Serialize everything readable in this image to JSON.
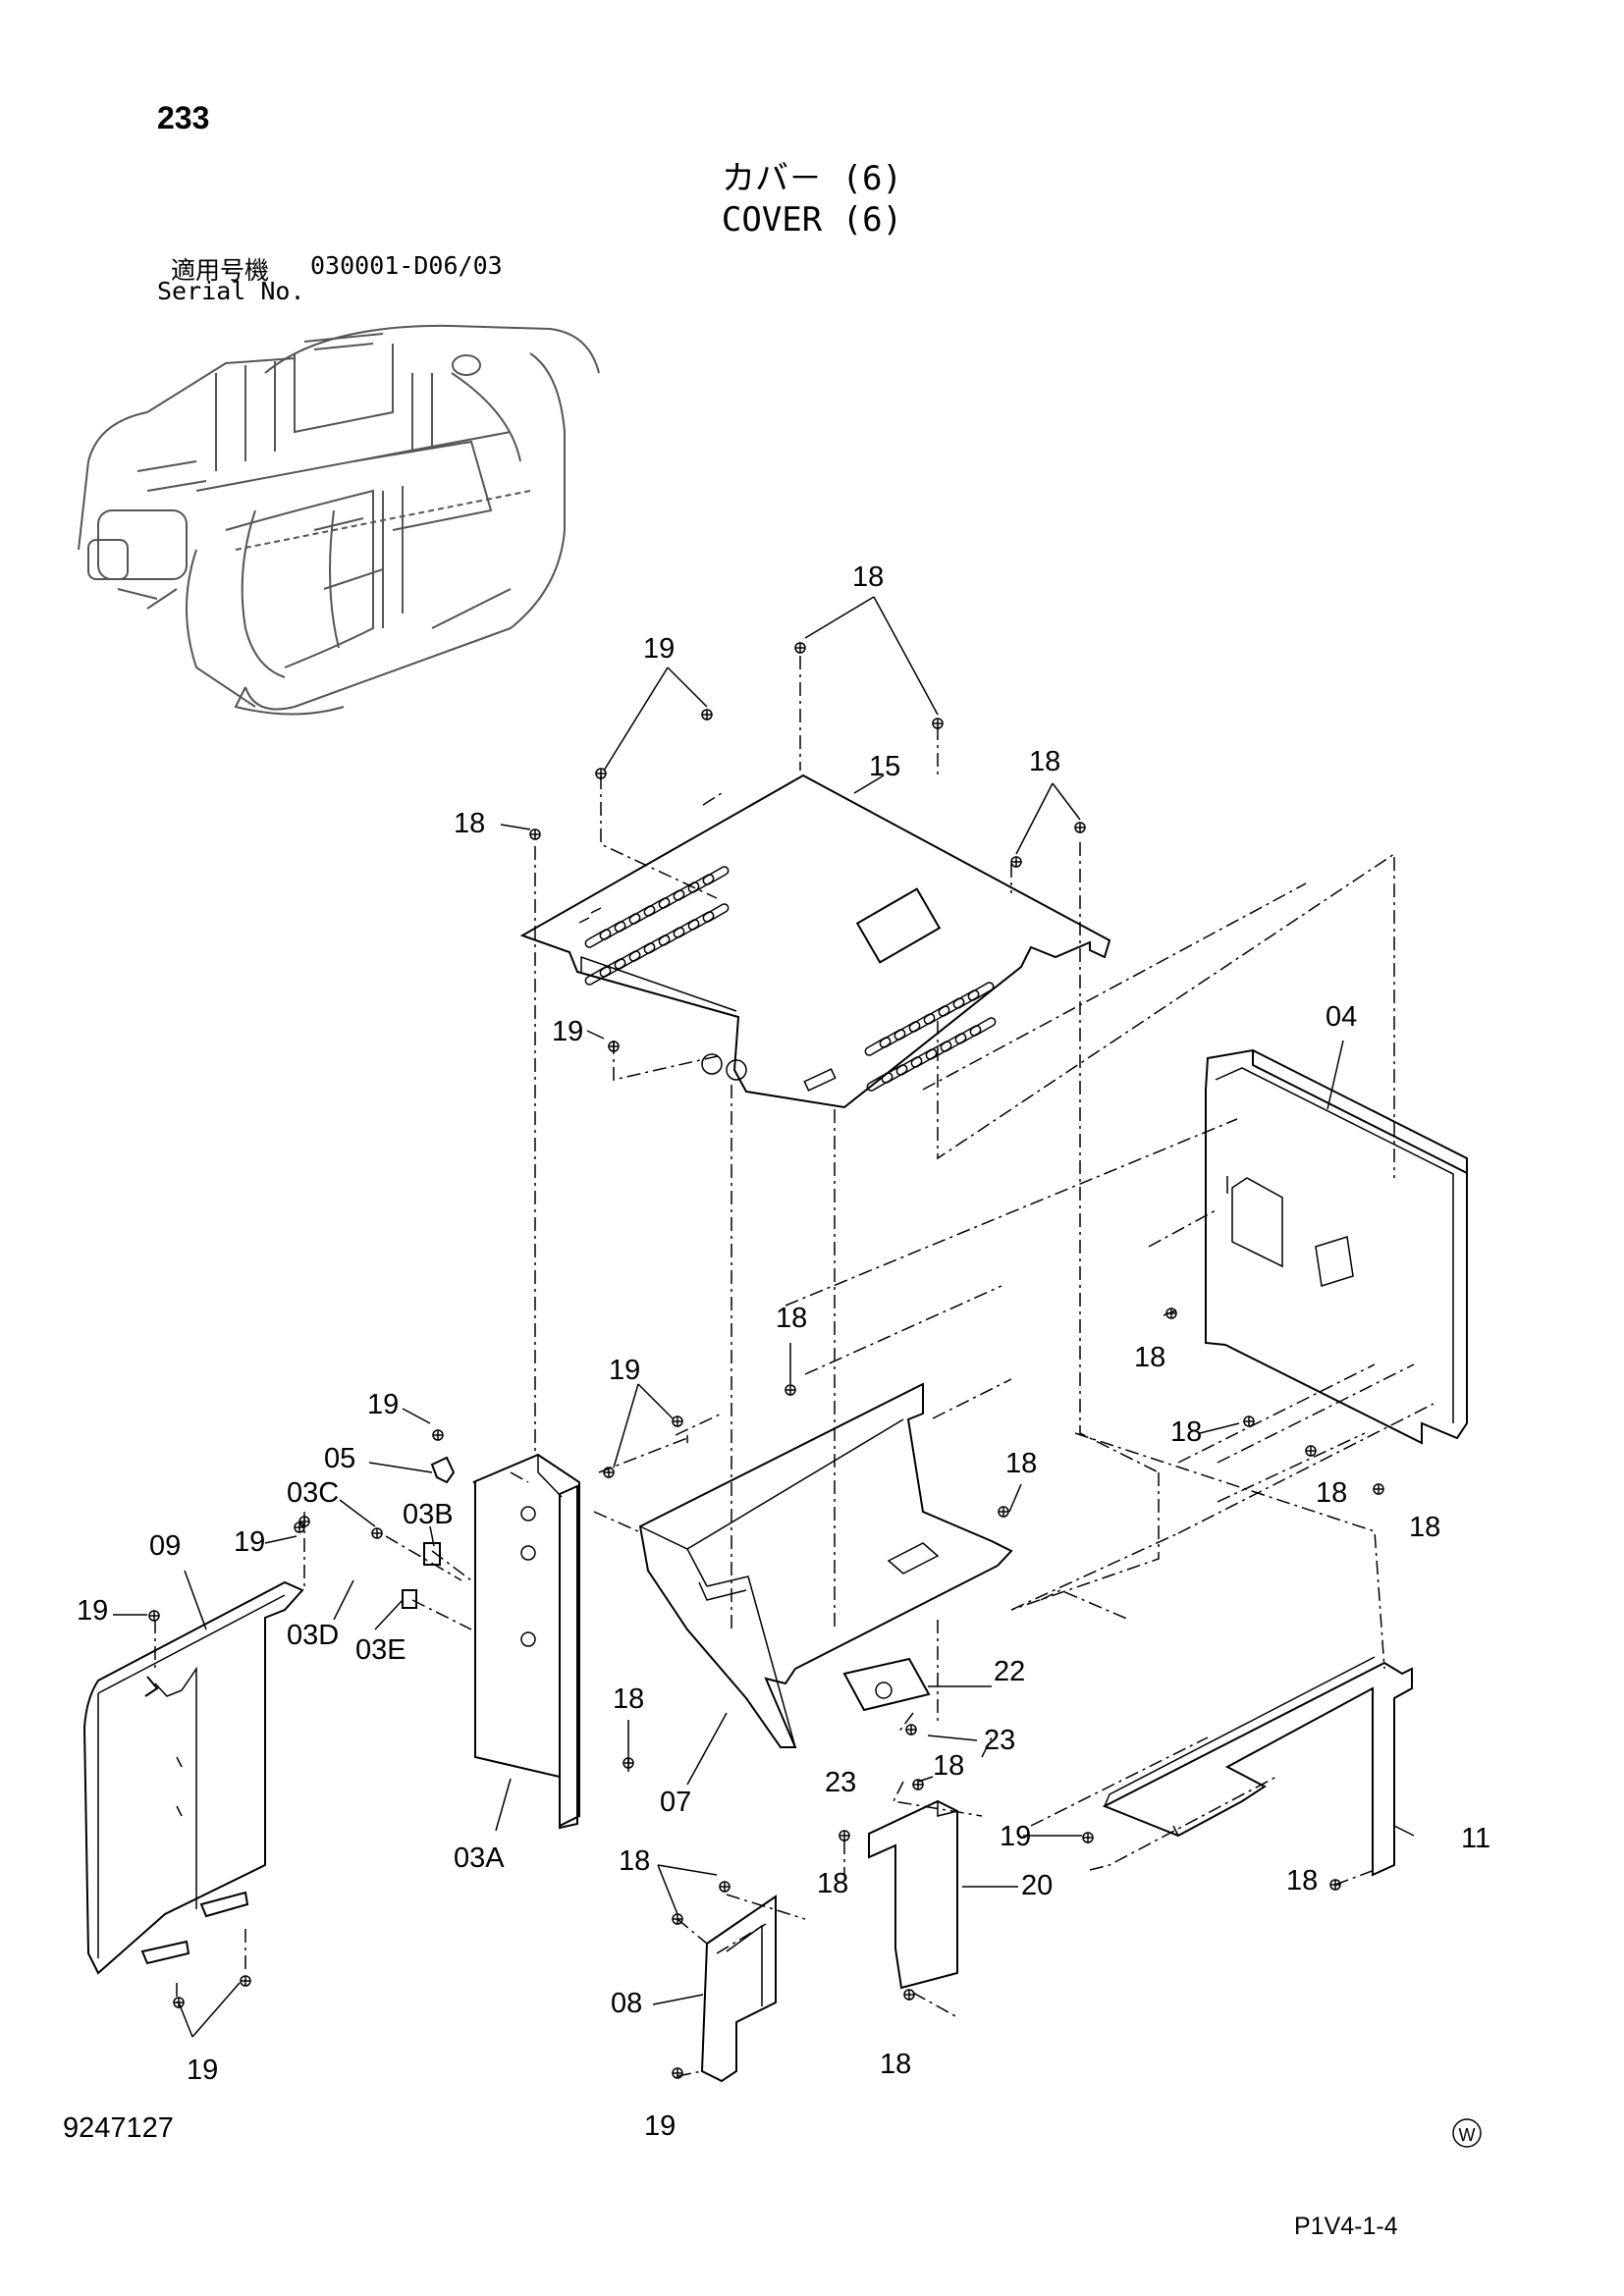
{
  "header": {
    "page_number": "233",
    "title_jp": "カバ－ (6)",
    "title_en": "COVER (6)",
    "serial_label_jp": "適用号機",
    "serial_value": "030001-D06/03",
    "serial_label_en": "Serial No."
  },
  "footer": {
    "drawing_number": "9247127",
    "page_code": "P1V4-1-4",
    "mark": "W"
  },
  "callouts": {
    "c_18_top": "18",
    "c_19_top": "19",
    "c_15": "15",
    "c_18_right_top": "18",
    "c_18_left": "18",
    "c_19_mid": "19",
    "c_04": "04",
    "c_18_07top": "18",
    "c_19_03a": "19",
    "c_19_05": "19",
    "c_05": "05",
    "c_03c": "03C",
    "c_03b": "03B",
    "c_09": "09",
    "c_19_09top": "19",
    "c_19_09left": "19",
    "c_03d": "03D",
    "c_03e": "03E",
    "c_18_04a": "18",
    "c_18_04b": "18",
    "c_18_04c": "18",
    "c_18_04d": "18",
    "c_18_07right": "18",
    "c_22": "22",
    "c_23_right": "23",
    "c_23_left": "23",
    "c_18_03a": "18",
    "c_07": "07",
    "c_03a": "03A",
    "c_18_20top": "18",
    "c_19_11": "19",
    "c_11": "11",
    "c_18_11": "18",
    "c_18_08": "18",
    "c_18_20left": "18",
    "c_20": "20",
    "c_08": "08",
    "c_18_bottom": "18",
    "c_19_09bottom": "19",
    "c_19_08bottom": "19"
  }
}
